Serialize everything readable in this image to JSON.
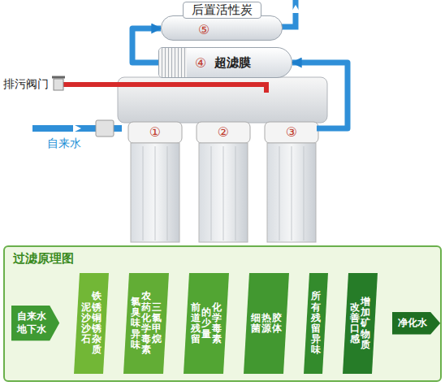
{
  "diagram": {
    "nodes": [
      {
        "text": [
          "后置活性炭",
          "⑤"
        ]
      },
      {
        "text": [
          "④",
          "超滤膜"
        ]
      },
      {
        "text": [
          "①"
        ]
      },
      {
        "text": [
          "②"
        ]
      },
      {
        "text": [
          "③"
        ]
      },
      {
        "text": [
          "过滤原理图"
        ]
      },
      {
        "text": [
          "自来水 地下水"
        ],
        "in": 5
      },
      {
        "text": [
          "泥沙沙石",
          "铁锈铜锈杂质"
        ],
        "in": 5
      },
      {
        "text": [
          "氯臭味异味",
          "农药化学毒素",
          "三氯甲烷"
        ],
        "in": 5
      },
      {
        "text": [
          "前道残留",
          "的少量",
          "化学毒素"
        ],
        "in": 5
      },
      {
        "text": [
          "细菌",
          "热源",
          "胶体"
        ],
        "in": 5
      },
      {
        "text": [
          "所有残留异味"
        ],
        "in": 5
      },
      {
        "text": [
          "改善口感",
          "增加矿物质"
        ],
        "in": 5
      },
      {
        "text": [
          "净化水"
        ],
        "in": 5
      }
    ],
    "edges": [
      {
        "from": 4,
        "to": 1,
        "arrow": "to"
      },
      {
        "from": 1,
        "to": 0,
        "arrow": "to"
      },
      {
        "from": 6,
        "to": 7,
        "arrow": "to"
      },
      {
        "from": 7,
        "to": 8,
        "arrow": "to"
      },
      {
        "from": 8,
        "to": 9,
        "arrow": "to"
      },
      {
        "from": 9,
        "to": 10,
        "arrow": "to"
      },
      {
        "from": 10,
        "to": 11,
        "arrow": "to"
      },
      {
        "from": 11,
        "to": 12,
        "arrow": "to"
      },
      {
        "from": 12,
        "to": 13,
        "arrow": "to"
      }
    ],
    "labels": [
      "排污阀门",
      "自来水"
    ]
  }
}
